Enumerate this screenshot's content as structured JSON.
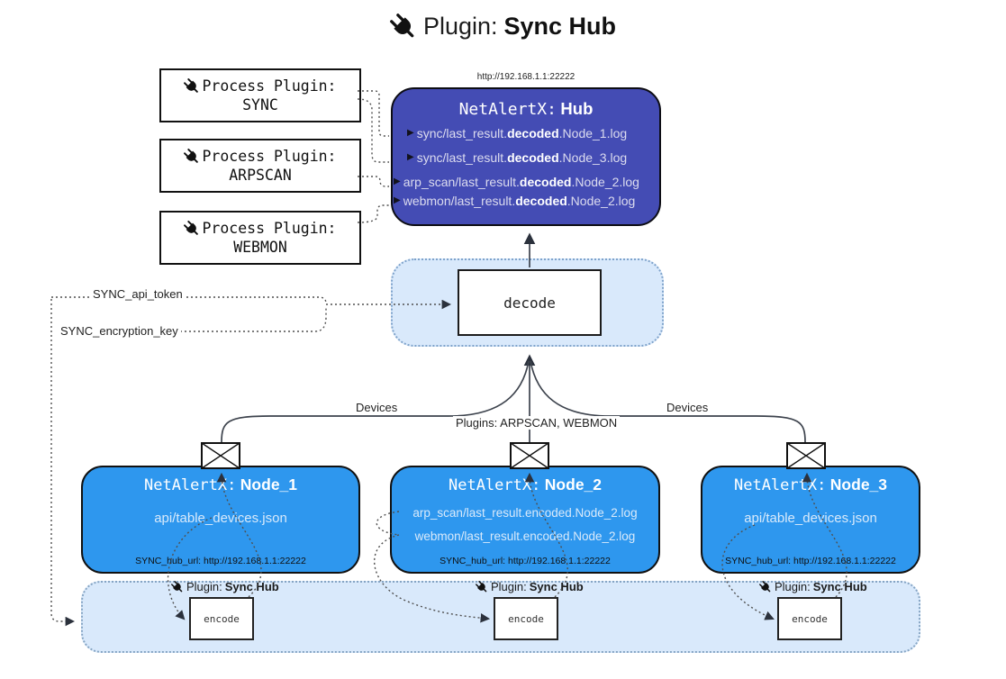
{
  "title": {
    "prefix": "Plugin:",
    "bold": "Sync Hub"
  },
  "process_plugins": [
    {
      "line1": "Process Plugin:",
      "name": "SYNC"
    },
    {
      "line1": "Process Plugin:",
      "name": "ARPSCAN"
    },
    {
      "line1": "Process Plugin:",
      "name": "WEBMON"
    }
  ],
  "hub": {
    "url": "http://192.168.1.1:22222",
    "title_prefix": "NetAlertX:",
    "title_bold": "Hub",
    "arrow_glyph": "▶",
    "lines": [
      {
        "pre": "sync/last_result.",
        "bold": "decoded",
        "post": ".Node_1.log"
      },
      {
        "pre": "sync/last_result.",
        "bold": "decoded",
        "post": ".Node_3.log"
      },
      {
        "pre": "arp_scan/last_result.",
        "bold": "decoded",
        "post": ".Node_2.log"
      },
      {
        "pre": "webmon/last_result.",
        "bold": "decoded",
        "post": ".Node_2.log"
      }
    ]
  },
  "decode": {
    "label": "decode"
  },
  "keys": {
    "api_token": "SYNC_api_token",
    "encryption_key": "SYNC_encryption_key"
  },
  "edges": {
    "devices_left": "Devices",
    "devices_right": "Devices",
    "plugins_center": "Plugins: ARPSCAN, WEBMON"
  },
  "nodes": [
    {
      "title_prefix": "NetAlertX:",
      "title_bold": "Node_1",
      "files": [
        "api/table_devices.json"
      ],
      "hub_url": "SYNC_hub_url: http://192.168.1.1:22222"
    },
    {
      "title_prefix": "NetAlertX:",
      "title_bold": "Node_2",
      "files": [
        "arp_scan/last_result.encoded.Node_2.log",
        "webmon/last_result.encoded.Node_2.log"
      ],
      "hub_url": "SYNC_hub_url: http://192.168.1.1:22222"
    },
    {
      "title_prefix": "NetAlertX:",
      "title_bold": "Node_3",
      "files": [
        "api/table_devices.json"
      ],
      "hub_url": "SYNC_hub_url: http://192.168.1.1:22222"
    }
  ],
  "encoders": [
    {
      "label_prefix": "Plugin:",
      "label_bold": "Sync Hub",
      "box": "encode"
    },
    {
      "label_prefix": "Plugin:",
      "label_bold": "Sync Hub",
      "box": "encode"
    },
    {
      "label_prefix": "Plugin:",
      "label_bold": "Sync Hub",
      "box": "encode"
    }
  ],
  "icons": {
    "plug": "plug-icon",
    "envelope": "envelope-icon"
  },
  "colors": {
    "hub_fill": "#444cb4",
    "node_fill": "#2e97ee",
    "container_fill": "#d9e9fb",
    "container_border": "#86a5c4",
    "line_dark": "#3d434d",
    "text_light": "#dcdcef"
  }
}
